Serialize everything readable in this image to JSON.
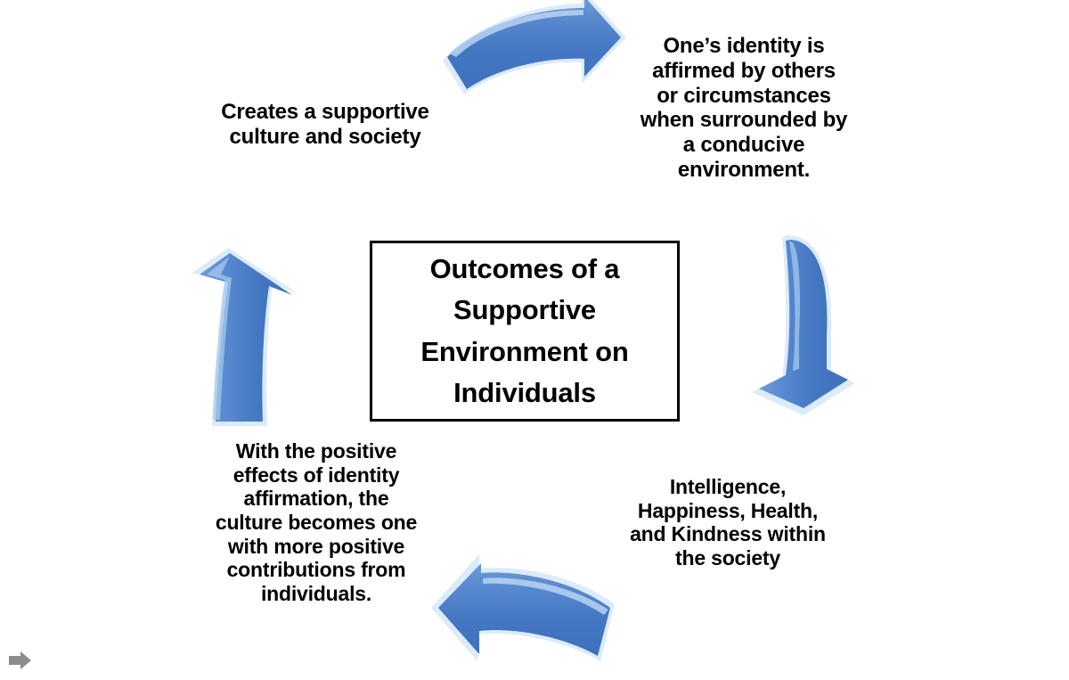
{
  "slide": {
    "background_color": "#FFFFFF",
    "type": "cycle-diagram"
  },
  "center": {
    "title": "Outcomes of a Supportive Environment on Individuals",
    "border_color": "#000000",
    "fill_color": "#FFFFFF"
  },
  "nodes": [
    {
      "id": "top-left",
      "position": "top-left",
      "text": "Creates a supportive\nculture and society"
    },
    {
      "id": "top-right",
      "position": "top-right",
      "text": "One’s identity is\naffirmed by others\nor circumstances\nwhen surrounded by\na conducive\nenvironment."
    },
    {
      "id": "bottom-right",
      "position": "bottom-right",
      "text": "Intelligence,\nHappiness, Health,\nand Kindness within\nthe society"
    },
    {
      "id": "bottom-left",
      "position": "bottom-left",
      "text": "With the positive\neffects of identity\naffirmation, the\nculture becomes one\nwith more positive\ncontributions from\nindividuals."
    }
  ],
  "arrows": [
    {
      "id": "arrow-top",
      "icon": "curved-arrow-right-icon",
      "direction": "right",
      "color": "#4A7FC8",
      "highlight_color": "#CFE4F7"
    },
    {
      "id": "arrow-right",
      "icon": "curved-arrow-down-icon",
      "direction": "down",
      "color": "#4A7FC8",
      "highlight_color": "#CFE4F7"
    },
    {
      "id": "arrow-bottom",
      "icon": "curved-arrow-left-icon",
      "direction": "left",
      "color": "#4A7FC8",
      "highlight_color": "#CFE4F7"
    },
    {
      "id": "arrow-left",
      "icon": "curved-arrow-up-icon",
      "direction": "up",
      "color": "#4A7FC8",
      "highlight_color": "#CFE4F7"
    }
  ],
  "controls": {
    "next_slide": {
      "icon": "arrow-right-icon",
      "color": "#8C8C8C"
    }
  }
}
